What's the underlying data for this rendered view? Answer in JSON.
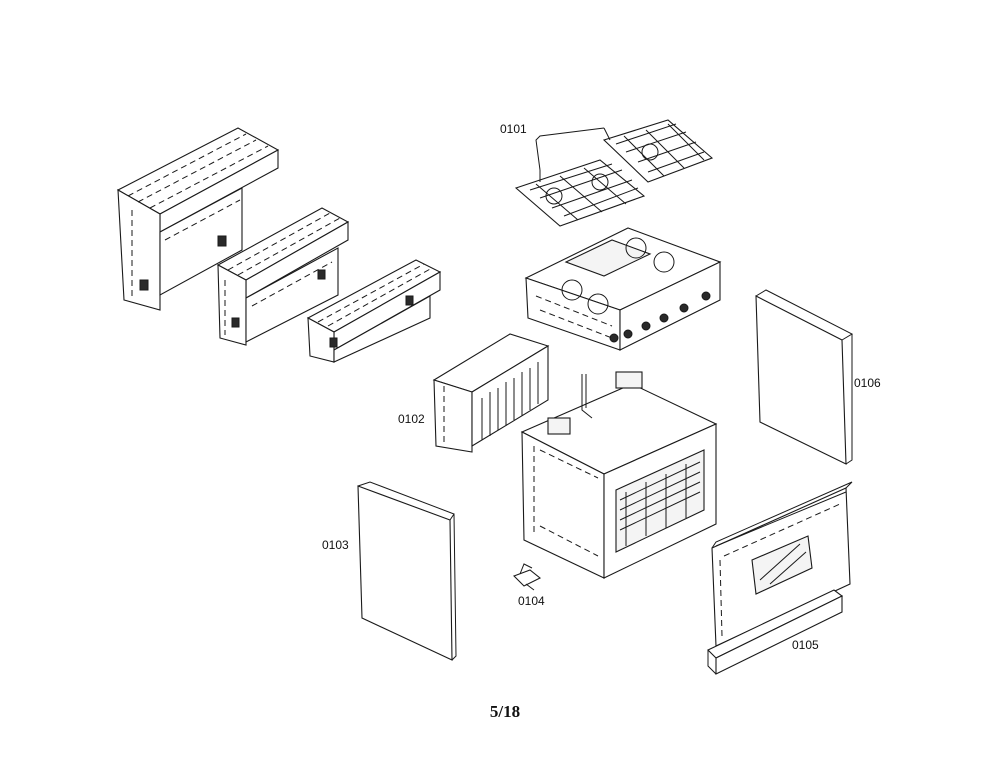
{
  "diagram": {
    "part_labels": {
      "p0101": "0101",
      "p0102": "0102",
      "p0103": "0103",
      "p0104": "0104",
      "p0105": "0105",
      "p0106": "0106"
    },
    "page_number": "5/18"
  }
}
